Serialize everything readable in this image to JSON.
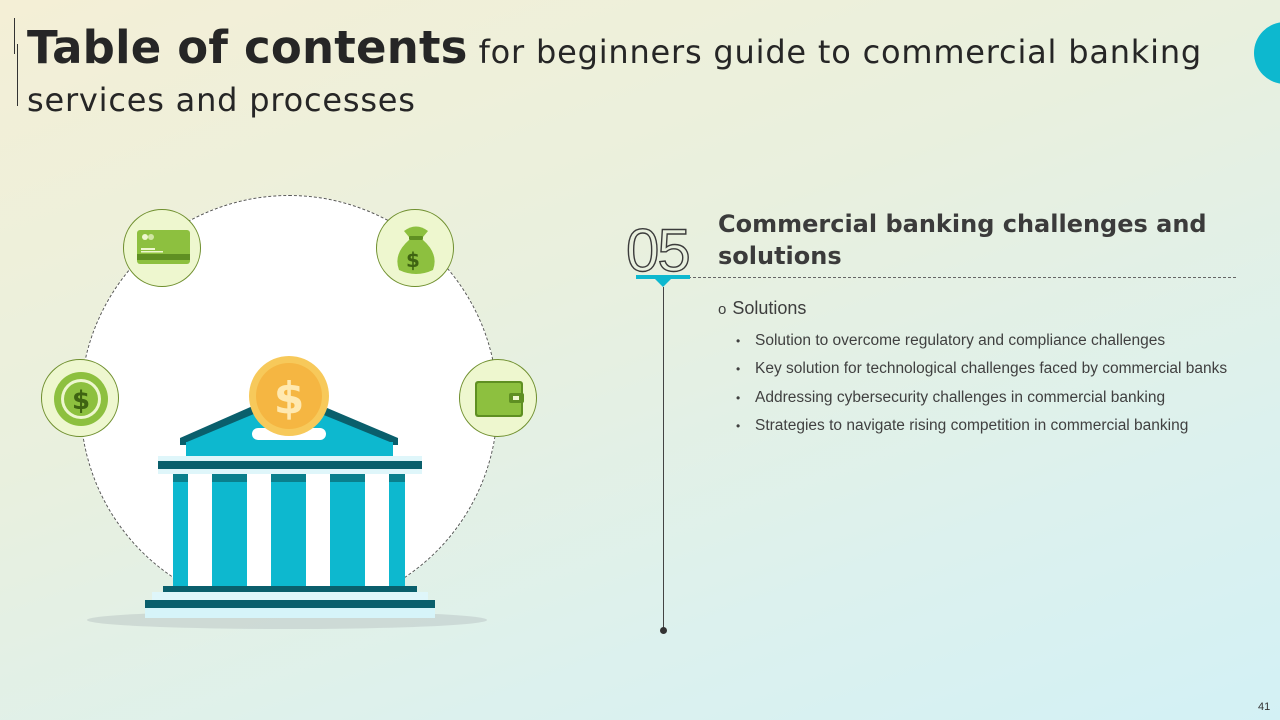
{
  "slide": {
    "title_bold": "Table of contents",
    "title_rest": " for beginners guide to commercial banking services and processes",
    "section_number": "05",
    "section_title": "Commercial banking challenges and solutions",
    "subheading": "Solutions",
    "bullets": [
      "Solution to overcome regulatory  and compliance challenges",
      "Key solution for technological  challenges faced by commercial banks",
      "Addressing cybersecurity  challenges in commercial banking",
      "Strategies to navigate rising competition in commercial banking"
    ],
    "page_number": "41",
    "coin_symbol": "$"
  },
  "icons": [
    "credit-card-icon",
    "money-bag-icon",
    "dollar-coin-icon",
    "wallet-icon",
    "bank-building-icon"
  ],
  "colors": {
    "accent": "#0db8cf",
    "accent_dark": "#0a7f8c",
    "green": "#8dc03f",
    "gold": "#f5b642",
    "text": "#262626"
  }
}
